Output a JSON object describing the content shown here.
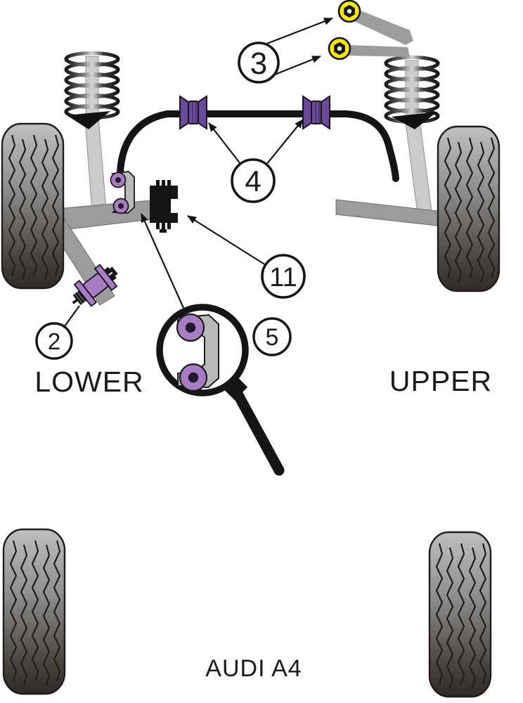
{
  "diagram": {
    "model_label": "AUDI A4",
    "position_labels": {
      "lower": "LOWER",
      "upper": "UPPER"
    },
    "callouts": {
      "c2": "2",
      "c3": "3",
      "c4": "4",
      "c5": "5",
      "c11": "11"
    },
    "colors": {
      "bush_purple": "#6a4b99",
      "bush_purple_light": "#a87cc2",
      "bush_yellow": "#f6e60a",
      "arm_gray": "#9c9c9c",
      "strut_gray": "#cbcbcb",
      "bracket_gray": "#b9b9b9",
      "outline_black": "#141414",
      "background": "#ffffff"
    }
  }
}
